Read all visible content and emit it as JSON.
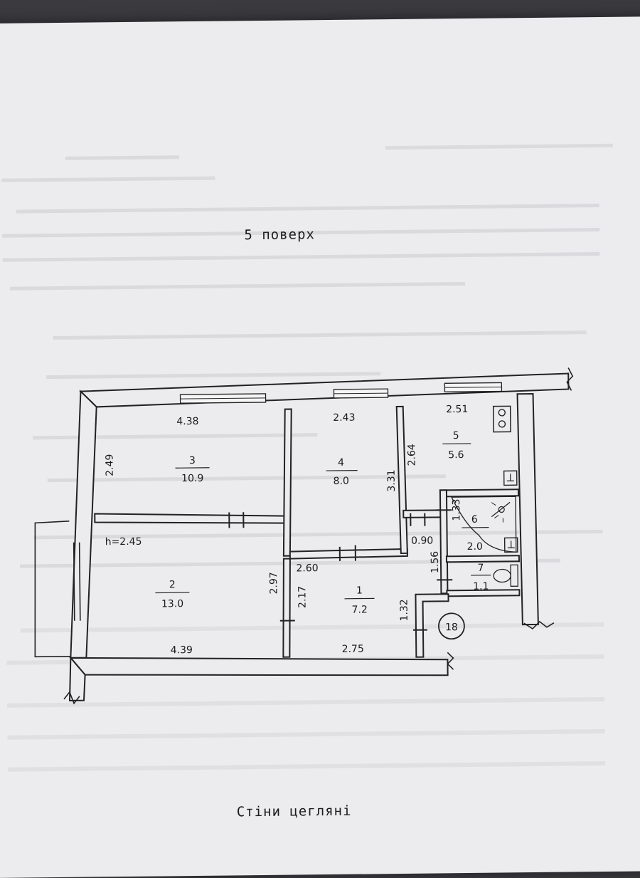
{
  "heading": "5 поверх",
  "footer": "Стіни цегляні",
  "ceiling_height": "h=2.45",
  "apartment_number": "18",
  "rooms": [
    {
      "number": "3",
      "area": "10.9"
    },
    {
      "number": "4",
      "area": "8.0"
    },
    {
      "number": "5",
      "area": "5.6"
    },
    {
      "number": "2",
      "area": "13.0"
    },
    {
      "number": "1",
      "area": "7.2"
    },
    {
      "number": "6",
      "area": "2.0"
    },
    {
      "number": "7",
      "area": "1.1"
    }
  ],
  "dimensions": [
    "4.38",
    "2.49",
    "2.43",
    "3.31",
    "2.51",
    "2.64",
    "2.97",
    "4.39",
    "2.17",
    "2.60",
    "2.75",
    "0.90",
    "1.33",
    "1.56",
    "1.32"
  ]
}
